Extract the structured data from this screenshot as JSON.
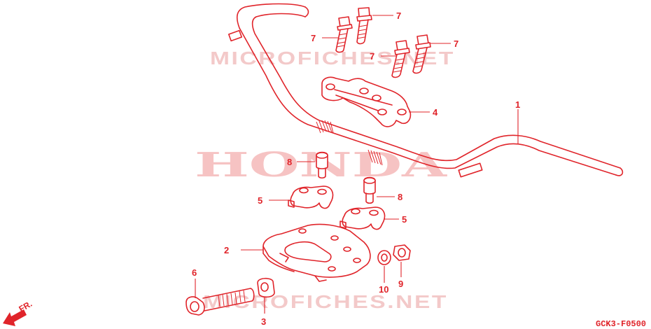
{
  "watermark": {
    "brand": "HONDA",
    "site_top": "MICROFICHES.NET",
    "site_bottom": "MICROFICHES.NET"
  },
  "diagram_code": "GCK3-F0500",
  "front_indicator": "FR.",
  "callouts": {
    "p1": "1",
    "p2": "2",
    "p3": "3",
    "p4": "4",
    "p5a": "5",
    "p5b": "5",
    "p6": "6",
    "p7a": "7",
    "p7b": "7",
    "p7c": "7",
    "p7d": "7",
    "p8a": "8",
    "p8b": "8",
    "p9": "9",
    "p10": "10"
  },
  "colors": {
    "line": "#e0242a",
    "watermark": "#f6c3c3",
    "background": "#ffffff"
  }
}
